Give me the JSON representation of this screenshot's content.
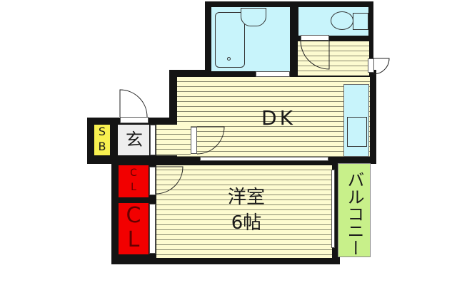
{
  "floorplan": {
    "rooms": {
      "dk": {
        "label": "DK"
      },
      "western_room": {
        "label_line1": "洋室",
        "label_line2": "6帖"
      },
      "entrance": {
        "label": "玄"
      },
      "shoe_box": {
        "label_line1": "S",
        "label_line2": "B"
      },
      "closet_small": {
        "label_line1": "C",
        "label_line2": "L"
      },
      "closet_large": {
        "label_line1": "C",
        "label_line2": "L"
      },
      "balcony": {
        "label": "バルコニー"
      },
      "bathroom": {
        "label": ""
      },
      "toilet": {
        "label": ""
      }
    },
    "colors": {
      "wall": "#141414",
      "floor": "#fdfbd0",
      "wet_area": "#c8f4fb",
      "closet": "#f20000",
      "shoe_box": "#f8f050",
      "balcony": "#c8f08a",
      "entrance": "#eeeeee"
    }
  }
}
